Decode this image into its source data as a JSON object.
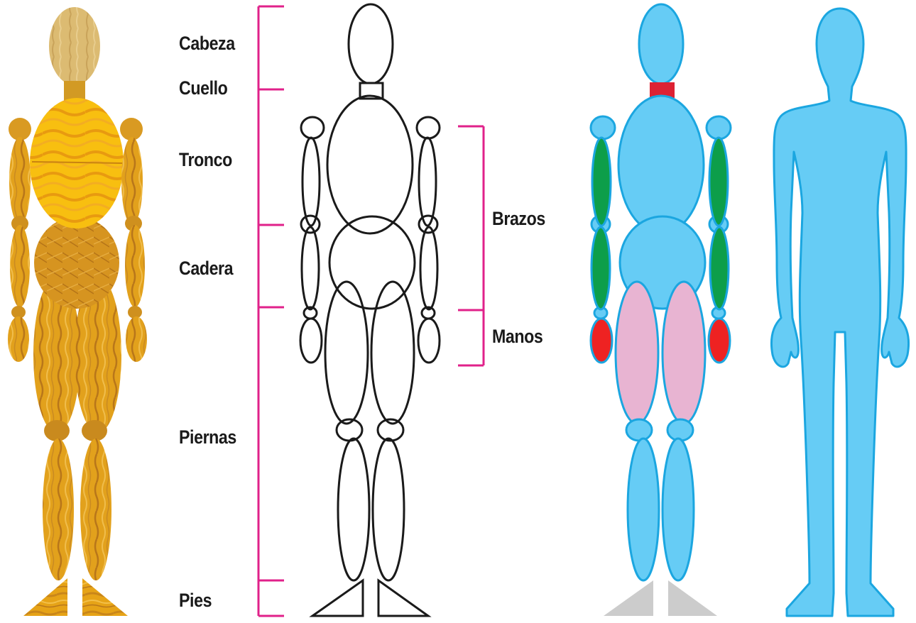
{
  "labels": {
    "cabeza": "Cabeza",
    "cuello": "Cuello",
    "tronco": "Tronco",
    "cadera": "Cadera",
    "piernas": "Piernas",
    "pies": "Pies",
    "brazos": "Brazos",
    "manos": "Manos"
  },
  "colors": {
    "bracket": "#e0218a",
    "outline": "#1a1a1a",
    "body_blue": "#66ccf5",
    "body_blue_stroke": "#1ba6e0",
    "neck_red": "#dd2233",
    "hand_red": "#ee2222",
    "arm_green": "#0d9e4a",
    "thigh_pink": "#e8b4d2",
    "foot_gray": "#cccccc",
    "wood_light": "#e8a818",
    "wood_dark": "#b27410",
    "wood_torso": "#f6b80a",
    "wood_head": "#d9b870"
  }
}
